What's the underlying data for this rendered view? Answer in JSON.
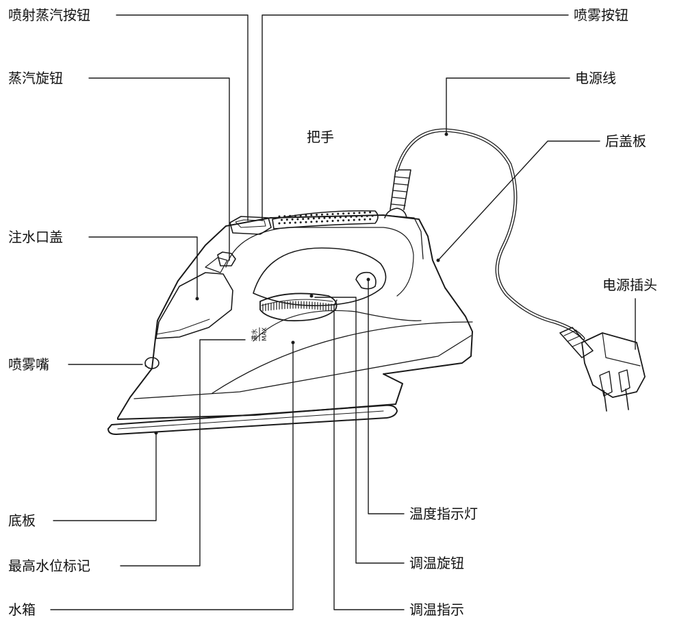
{
  "labels": {
    "spray_steam_button": "喷射蒸汽按钮",
    "spray_button": "喷雾按钮",
    "steam_knob": "蒸汽旋钮",
    "power_cord": "电源线",
    "handle": "把手",
    "rear_cover": "后盖板",
    "fill_cap": "注水口盖",
    "power_plug": "电源插头",
    "spray_nozzle": "喷雾嘴",
    "temp_indicator_light": "温度指示灯",
    "soleplate": "底板",
    "temp_knob": "调温旋钮",
    "max_water_mark": "最高水位标记",
    "water_tank": "水箱",
    "temp_indicator": "调温指示"
  },
  "max_mark": {
    "cn": "满水",
    "en": "MAX"
  },
  "colors": {
    "line": "#1a1a1a",
    "background": "#ffffff"
  }
}
